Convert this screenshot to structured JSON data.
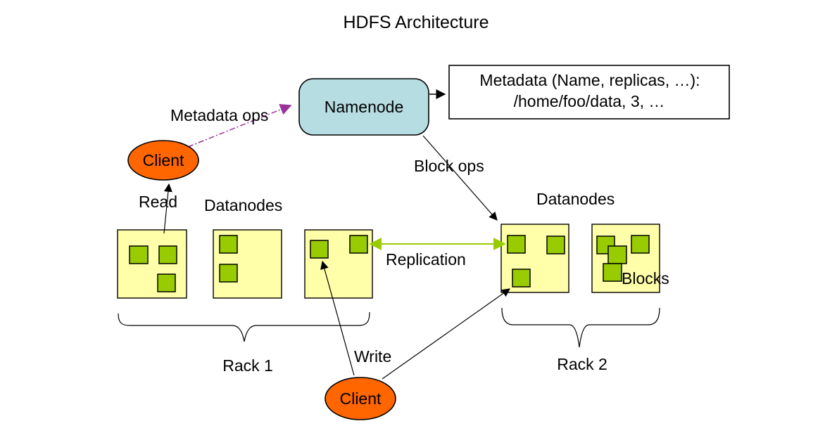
{
  "title": "HDFS Architecture",
  "colors": {
    "namenode_fill": "#B6DDE2",
    "client_fill": "#FF6600",
    "datanode_fill": "#FFFFAA",
    "block_fill": "#99CC00",
    "replication_arrow": "#99CC00",
    "metadata_ops_arrow": "#993399",
    "line": "#000000"
  },
  "nodes": {
    "namenode": {
      "label": "Namenode"
    },
    "metadata_box": {
      "line1": "Metadata (Name, replicas, …):",
      "line2": "/home/foo/data, 3, …"
    },
    "client_top": {
      "label": "Client"
    },
    "client_bottom": {
      "label": "Client"
    }
  },
  "labels": {
    "metadata_ops": "Metadata ops",
    "block_ops": "Block ops",
    "read": "Read",
    "write": "Write",
    "replication": "Replication",
    "datanodes_left": "Datanodes",
    "datanodes_right": "Datanodes",
    "blocks": "Blocks",
    "rack1": "Rack 1",
    "rack2": "Rack 2"
  },
  "racks": [
    {
      "name": "Rack 1",
      "datanodes": [
        {
          "blocks": 3
        },
        {
          "blocks": 2
        },
        {
          "blocks": 2
        }
      ]
    },
    {
      "name": "Rack 2",
      "datanodes": [
        {
          "blocks": 3
        },
        {
          "blocks": 4
        }
      ]
    }
  ],
  "edges": [
    {
      "label": "Metadata ops",
      "from": "client-top",
      "to": "namenode",
      "style": "dash-dot",
      "color": "#993399"
    },
    {
      "label": "",
      "from": "namenode",
      "to": "metadata-box",
      "style": "solid",
      "color": "#000000"
    },
    {
      "label": "Block ops",
      "from": "namenode",
      "to": "rack2-datanode-1",
      "style": "solid",
      "color": "#000000"
    },
    {
      "label": "Read",
      "from": "rack1-datanode-1",
      "to": "client-top",
      "style": "solid",
      "color": "#000000"
    },
    {
      "label": "Write",
      "from": "client-bottom",
      "to": "rack1-datanode-3",
      "style": "solid",
      "color": "#000000"
    },
    {
      "label": "Write",
      "from": "client-bottom",
      "to": "rack2-datanode-1",
      "style": "solid",
      "color": "#000000"
    },
    {
      "label": "Replication",
      "from": "rack1-datanode-3",
      "to": "rack2-datanode-1",
      "style": "double-arrow",
      "color": "#99CC00"
    }
  ]
}
